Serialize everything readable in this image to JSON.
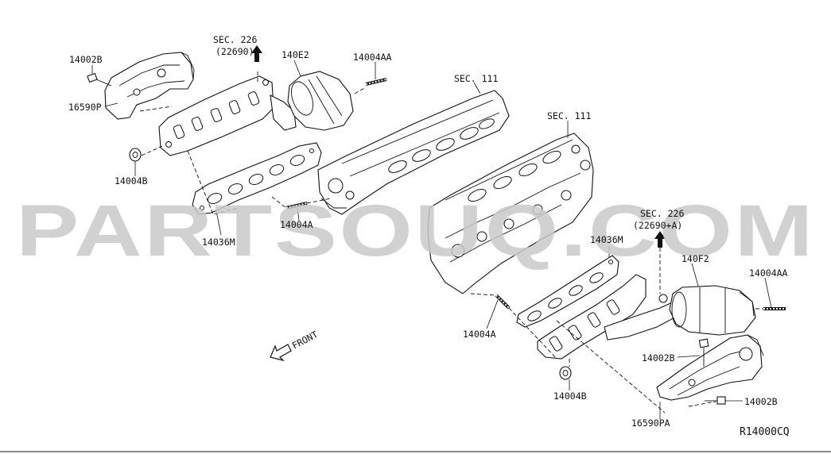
{
  "watermark": "PARTSOUQ.COM",
  "diagram_code": "R14000CQ",
  "front_label": "FRONT",
  "section_refs": {
    "sec226_left": "SEC. 226",
    "sec226_left_sub": "(22690)",
    "sec111_left": "SEC. 111",
    "sec111_right": "SEC. 111",
    "sec226_right": "SEC. 226",
    "sec226_right_sub": "(22690+A)"
  },
  "part_labels": {
    "p14002B_top": "14002B",
    "p16590P": "16590P",
    "p14004B_left": "14004B",
    "p140E2": "140E2",
    "p14004AA_top": "14004AA",
    "p14036M_left": "14036M",
    "p14004A_left": "14004A",
    "p14036M_right": "14036M",
    "p140F2": "140F2",
    "p14004AA_right": "14004AA",
    "p14004A_right": "14004A",
    "p14002B_mid": "14002B",
    "p14004B_right": "14004B",
    "p14002B_bottom": "14002B",
    "p16590PA": "16590PA"
  },
  "colors": {
    "line": "#111111",
    "watermark": "#c9c9c9",
    "background": "#ffffff"
  },
  "icons": [
    "up-arrow-icon",
    "front-arrow-icon"
  ]
}
